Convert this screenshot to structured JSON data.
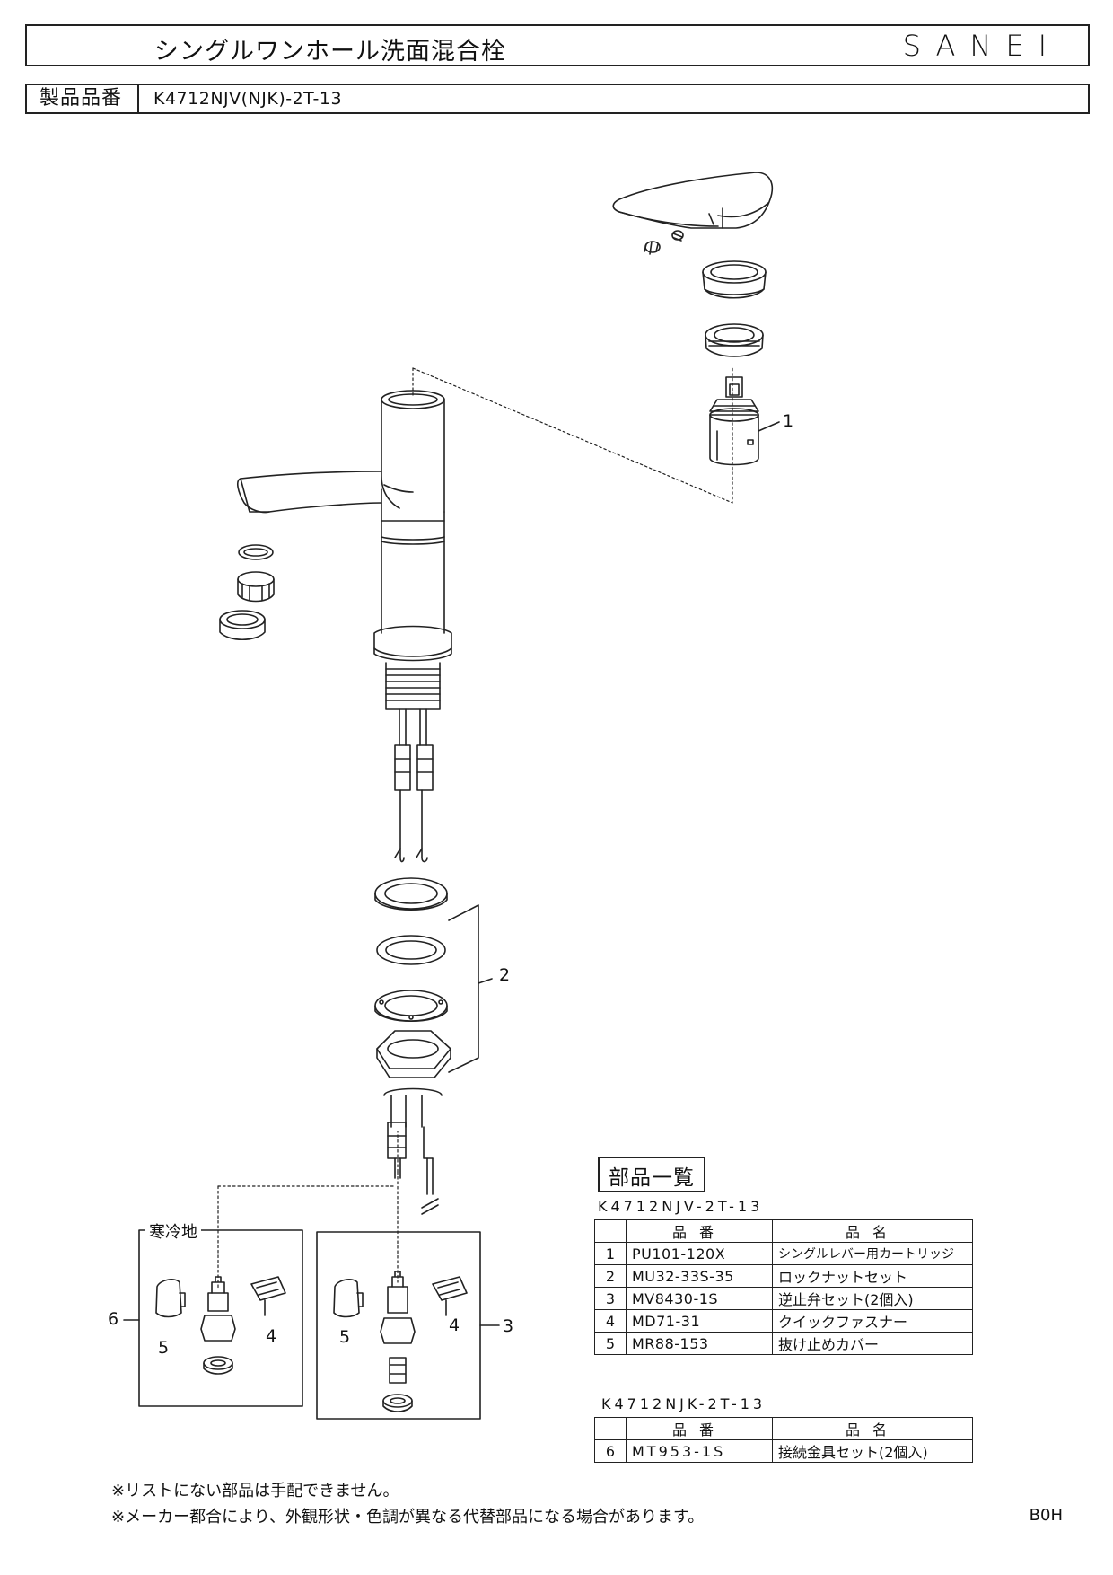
{
  "header": {
    "title": "シングルワンホール洗面混合栓",
    "brand": "SANEI",
    "model_label": "製品品番",
    "model_value": "K4712NJV(NJK)-2T-13"
  },
  "diagram": {
    "callouts": {
      "c1": "1",
      "c2": "2",
      "c3": "3",
      "c4a": "4",
      "c4b": "4",
      "c5a": "5",
      "c5b": "5",
      "c6": "6"
    },
    "cold_region_label": "寒冷地"
  },
  "parts": {
    "title": "部品一覧",
    "table1": {
      "caption": "K4712NJV-2T-13",
      "headers": [
        "品番",
        "品名"
      ],
      "rows": [
        {
          "no": "1",
          "code": "PU101-120X",
          "name": "シングルレバー用カートリッジ"
        },
        {
          "no": "2",
          "code": "MU32-33S-35",
          "name": "ロックナットセット"
        },
        {
          "no": "3",
          "code": "MV8430-1S",
          "name": "逆止弁セット(2個入)"
        },
        {
          "no": "4",
          "code": "MD71-31",
          "name": "クイックファスナー"
        },
        {
          "no": "5",
          "code": "MR88-153",
          "name": "抜け止めカバー"
        }
      ]
    },
    "table2": {
      "caption": "K4712NJK-2T-13",
      "headers": [
        "品番",
        "品名"
      ],
      "rows": [
        {
          "no": "6",
          "code": "MT953-1S",
          "name": "接続金具セット(2個入)"
        }
      ]
    }
  },
  "notes": [
    "※リストにない部品は手配できません。",
    "※メーカー都合により、外観形状・色調が異なる代替部品になる場合があります。"
  ],
  "page_code": "B0H"
}
